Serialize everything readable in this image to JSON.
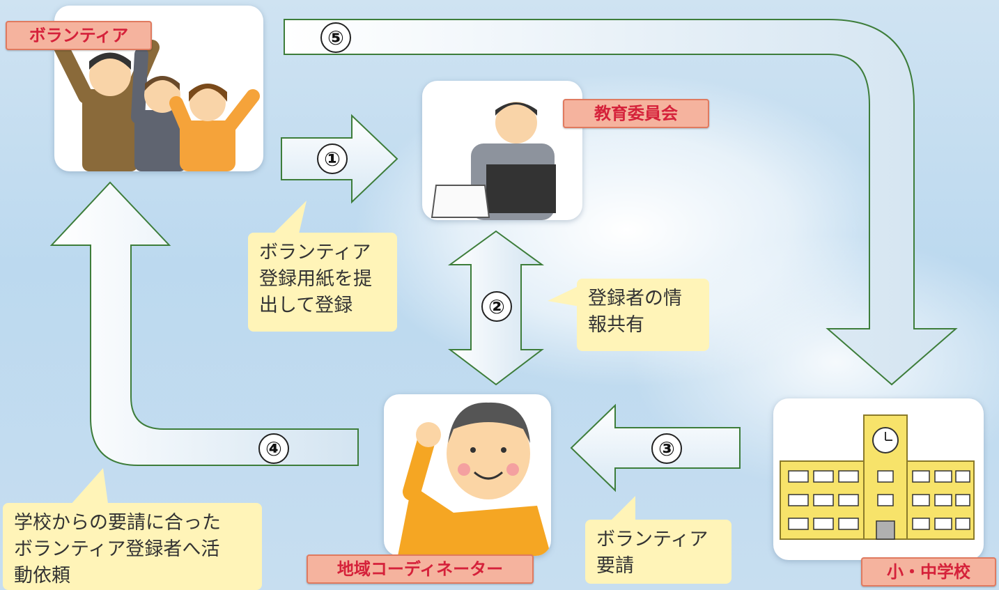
{
  "nodes": {
    "volunteer": "ボランティア",
    "board": "教育委員会",
    "coordinator": "地域コーディネーター",
    "school": "小・中学校"
  },
  "steps": [
    "①",
    "②",
    "③",
    "④",
    "⑤"
  ],
  "notes": {
    "register": [
      "ボランティア",
      "登録用紙を提",
      "出して登録"
    ],
    "share": [
      "登録者の情",
      "報共有"
    ],
    "request": [
      "ボランティア",
      "要請"
    ],
    "dispatch": [
      "学校からの要請に合った",
      "ボランティア登録者へ活",
      "動依頼"
    ]
  },
  "colors": {
    "arrow_fill": "#eef5fb",
    "arrow_stroke": "#3d7d3a",
    "label_bg": "#f5b39e",
    "label_text": "#d5213a",
    "note_bg": "#fff4b8"
  }
}
